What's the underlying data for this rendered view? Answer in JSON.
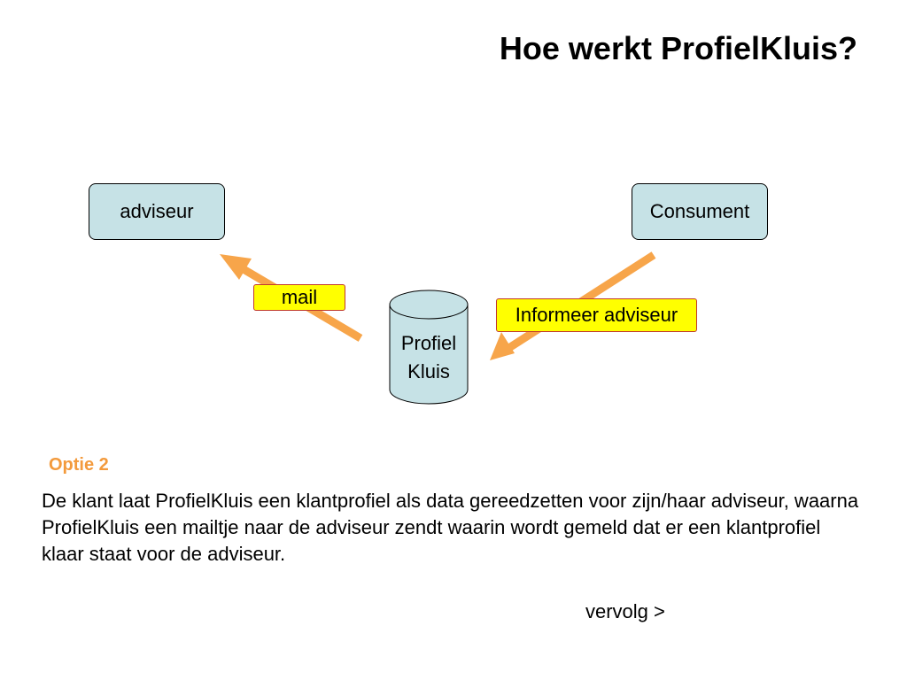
{
  "title": "Hoe werkt ProfielKluis?",
  "nodes": {
    "adviseur": "adviseur",
    "consument": "Consument",
    "database_line1": "Profiel",
    "database_line2": "Kluis"
  },
  "labels": {
    "mail": "mail",
    "informeer": "Informeer adviseur"
  },
  "optie": "Optie 2",
  "description": "De klant laat ProfielKluis een klantprofiel als data gereedzetten voor zijn/haar adviseur, waarna ProfielKluis een mailtje naar de adviseur zendt waarin wordt gemeld dat er een klantprofiel klaar staat voor de adviseur.",
  "vervolg": "vervolg >",
  "colors": {
    "node_fill": "#c6e2e6",
    "arrow": "#f7a54a",
    "label_fill": "#ffff00",
    "label_border": "#c0392b",
    "optie_text": "#f39a3c"
  }
}
